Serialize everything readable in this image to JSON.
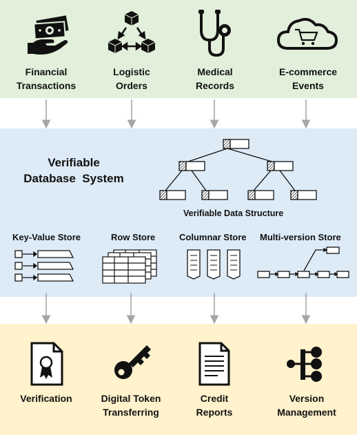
{
  "sources": [
    {
      "line1": "Financial",
      "line2": "Transactions",
      "icon": "money-hand-icon"
    },
    {
      "line1": "Logistic",
      "line2": "Orders",
      "icon": "boxes-cycle-icon"
    },
    {
      "line1": "Medical",
      "line2": "Records",
      "icon": "stethoscope-icon"
    },
    {
      "line1": "E-commerce",
      "line2": "Events",
      "icon": "cloud-cart-icon"
    }
  ],
  "system": {
    "title_line1": "Verifiable",
    "title_line2": "Database  System"
  },
  "data_structure_label": "Verifiable Data Structure",
  "stores": [
    "Key-Value Store",
    "Row Store",
    "Columnar Store",
    "Multi-version Store"
  ],
  "applications": [
    {
      "line1": "Verification",
      "line2": "",
      "icon": "certificate-icon"
    },
    {
      "line1": "Digital Token",
      "line2": "Transferring",
      "icon": "key-icon"
    },
    {
      "line1": "Credit",
      "line2": "Reports",
      "icon": "document-icon"
    },
    {
      "line1": "Version",
      "line2": "Management",
      "icon": "hierarchy-icon"
    }
  ],
  "colors": {
    "sources_band": "#e2efda",
    "system_band": "#ddebf7",
    "applications_band": "#fff2cc",
    "arrow": "#a6a6a6"
  }
}
